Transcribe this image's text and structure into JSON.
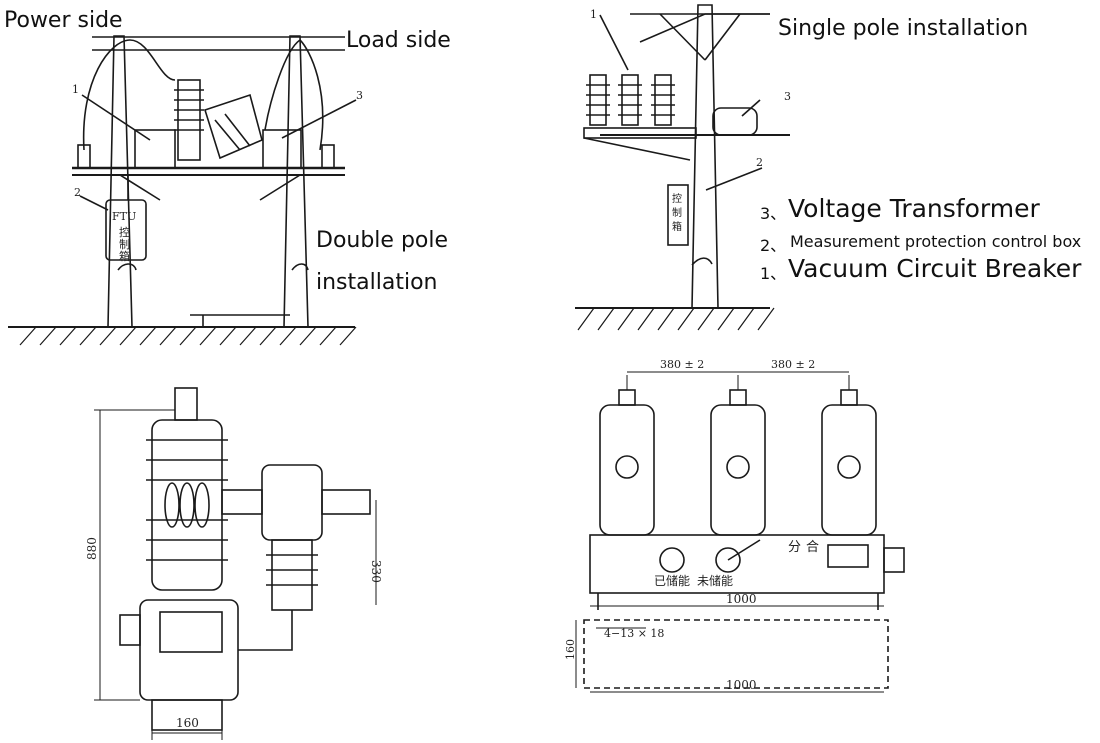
{
  "labels": {
    "power_side": "Power side",
    "load_side": "Load side",
    "double_pole": "Double pole",
    "installation": "installation",
    "single_pole": "Single pole installation"
  },
  "legend": {
    "item3_num": "3、",
    "item3_text": "Voltage Transformer",
    "item2_num": "2、",
    "item2_text": "Measurement protection control box",
    "item1_num": "1、",
    "item1_text": "Vacuum Circuit Breaker"
  },
  "callouts": {
    "n1": "1",
    "n2": "2",
    "n3": "3"
  },
  "box_text": {
    "ftu": "FTU",
    "line1": "控",
    "line2": "制",
    "line3": "箱"
  },
  "dims": {
    "height_total": "880",
    "height_pt": "330",
    "width_base": "160",
    "phase_spacing": "380 ± 2",
    "width_front": "1000",
    "width_plan": "1000",
    "plan_depth": "160",
    "holes": "4−13 × 18"
  },
  "panel": {
    "open": "分",
    "close": "合",
    "charged": "已储能",
    "uncharged": "未储能"
  }
}
